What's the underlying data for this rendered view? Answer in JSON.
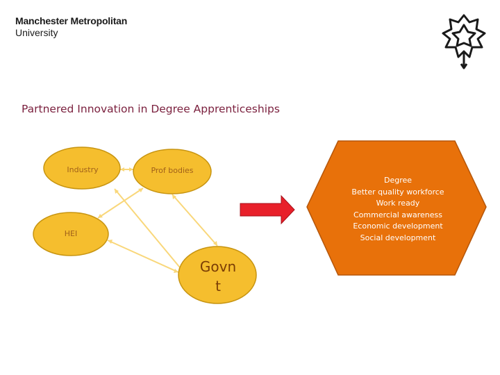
{
  "header": {
    "university_line1": "Manchester Metropolitan",
    "university_line2": "University",
    "logo_icon": "mmu-crest-icon"
  },
  "slide": {
    "title": "Partnered Innovation in Degree Apprenticeships"
  },
  "nodes": {
    "industry": "Industry",
    "prof_bodies": "Prof bodies",
    "hei": "HEI",
    "govt": "Govn t"
  },
  "outcome": {
    "items": [
      "Degree",
      "Better quality workforce",
      "Work ready",
      "Commercial awareness",
      "Economic development",
      "Social development"
    ]
  },
  "colors": {
    "ellipse_fill": "#F5BE2E",
    "ellipse_stroke": "#C79410",
    "connector": "#F9D77A",
    "hexagon_fill": "#E8710A",
    "hexagon_stroke": "#B5560A",
    "arrow_fill": "#E8202A",
    "title": "#7A1F3D"
  }
}
